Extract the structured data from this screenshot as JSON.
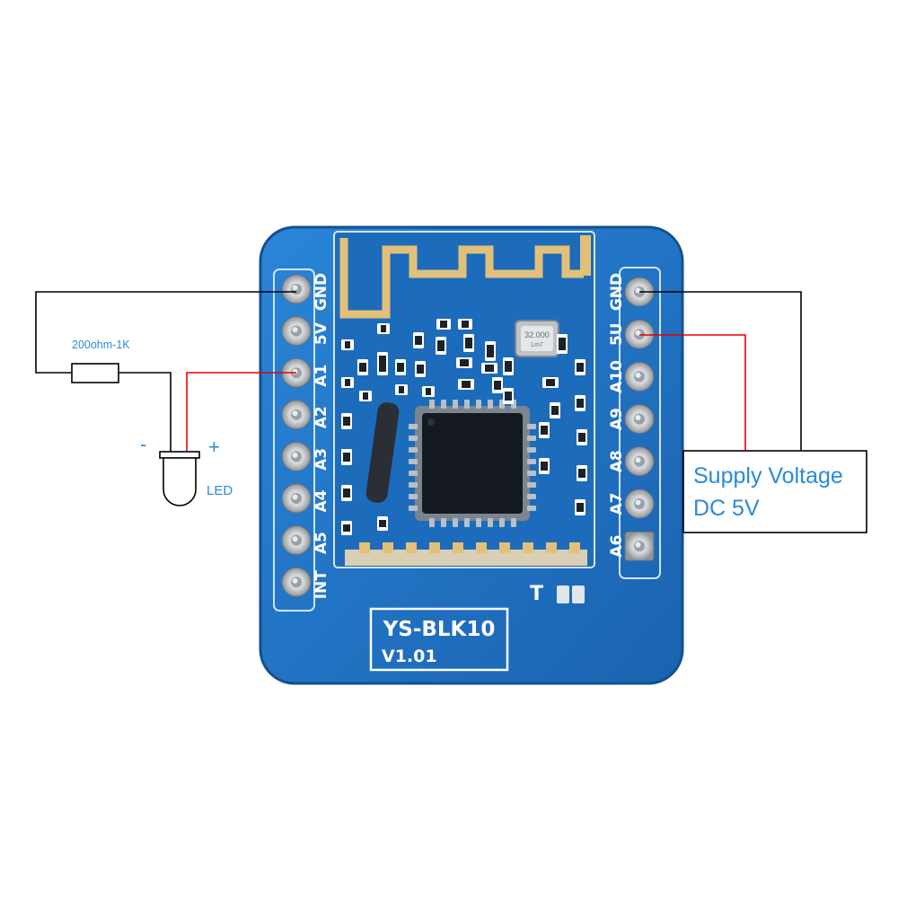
{
  "board": {
    "model": "YS-BLK10",
    "version": "V1.01",
    "crystal_text": "32.000",
    "crystal_sub": "Lm7",
    "t_label": "T",
    "left_pins": [
      "GND",
      "5V",
      "A1",
      "A2",
      "A3",
      "A4",
      "A5",
      "INT"
    ],
    "right_pins": [
      "GND",
      "5U",
      "A10",
      "A9",
      "A8",
      "A7",
      "A6"
    ],
    "colors": {
      "pcb": "#1e73c6",
      "pcb_dark": "#17589b",
      "shield": "#d8cfb4",
      "gold": "#e3c07a"
    }
  },
  "circuit": {
    "resistor_label": "200ohm-1K",
    "led_label": "LED",
    "led_minus": "-",
    "led_plus": "+",
    "supply_line1": "Supply Voltage",
    "supply_line2": "DC 5V",
    "colors": {
      "ground_wire": "#000000",
      "signal_wire": "#e60000",
      "text_blue": "#2a8ad8"
    }
  }
}
